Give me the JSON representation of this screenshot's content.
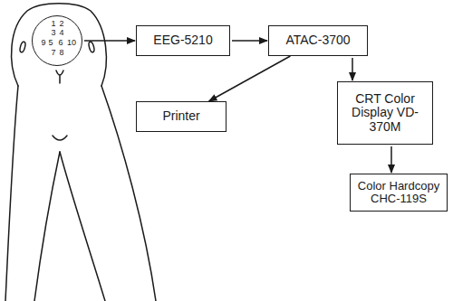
{
  "diagram": {
    "nodes": [
      {
        "text": [
          "1",
          "2",
          "3",
          "4",
          "9",
          "5",
          "6",
          "10",
          "7",
          "8"
        ]
      },
      {
        "text": [
          "EEG-5210"
        ]
      },
      {
        "text": [
          "ATAC-3700"
        ]
      },
      {
        "text": [
          "Printer"
        ]
      },
      {
        "text": [
          "CRT Color Display VD-370M"
        ]
      },
      {
        "text": [
          "Color Hardcopy CHC-119S"
        ]
      }
    ],
    "edges": [
      {
        "from": 0,
        "to": 1,
        "arrow": "to"
      },
      {
        "from": 1,
        "to": 2,
        "arrow": "to"
      },
      {
        "from": 2,
        "to": 3,
        "arrow": "to"
      },
      {
        "from": 2,
        "to": 4,
        "arrow": "to"
      },
      {
        "from": 4,
        "to": 5,
        "arrow": "to"
      }
    ]
  }
}
